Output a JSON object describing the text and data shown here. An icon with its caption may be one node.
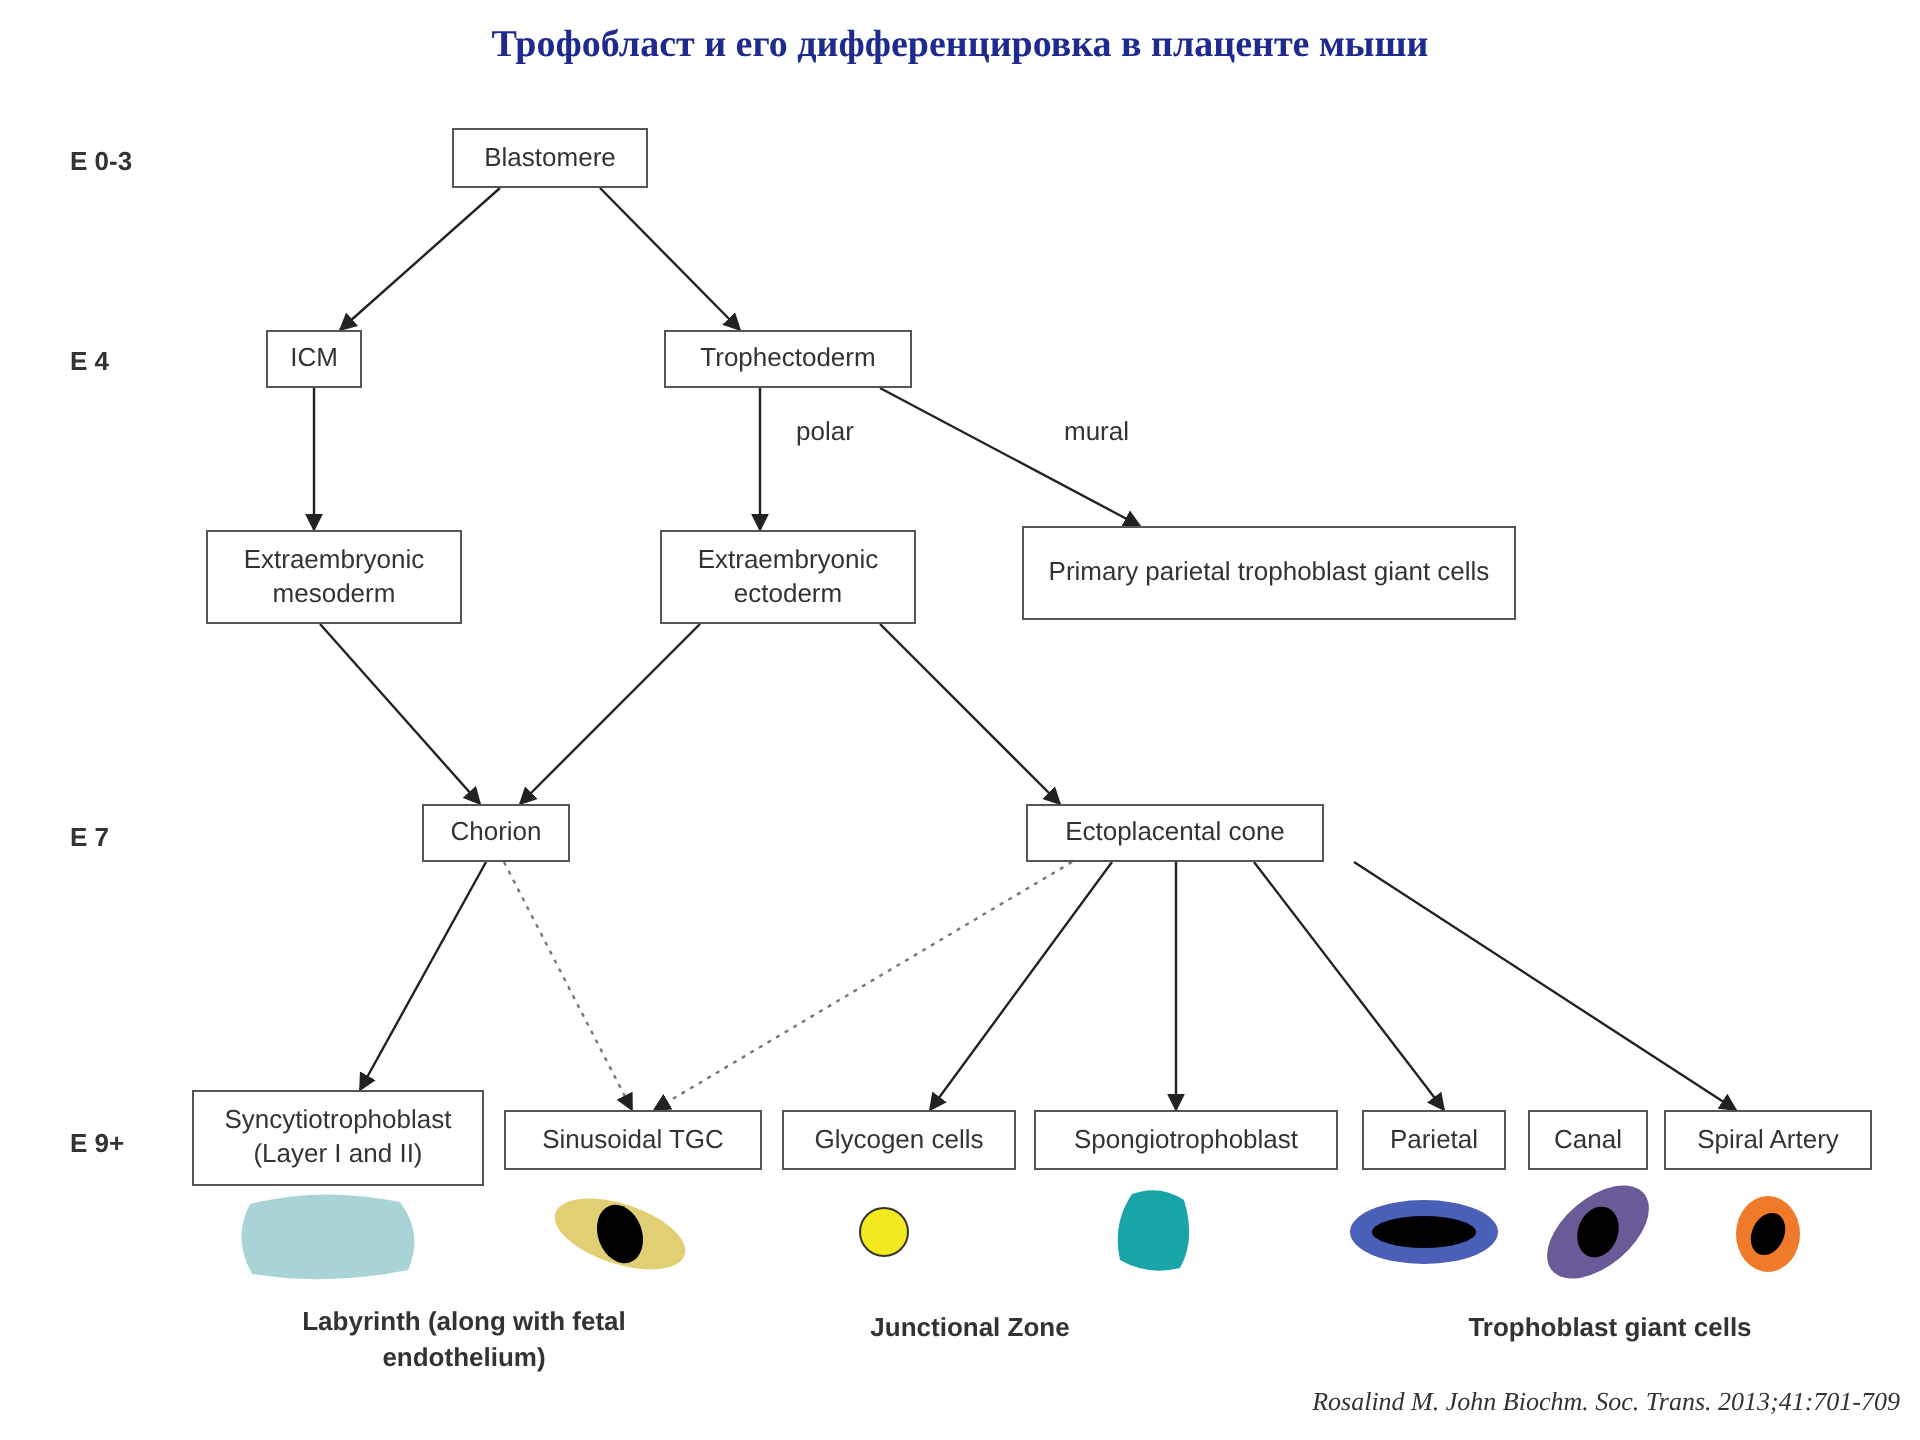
{
  "diagram": {
    "title": "Трофобласт и его дифференцировка в плаценте мыши",
    "caption": "Rosalind M. John Biochm. Soc. Trans. 2013;41:701-709",
    "nodes": [
      {
        "text": [
          "Blastomere"
        ]
      },
      {
        "text": [
          "ICM"
        ]
      },
      {
        "text": [
          "Trophectoderm"
        ]
      },
      {
        "text": [
          "Extraembryonic mesoderm"
        ]
      },
      {
        "text": [
          "Extraembryonic ectoderm"
        ]
      },
      {
        "text": [
          "Primary parietal trophoblast giant cells"
        ]
      },
      {
        "text": [
          "Chorion"
        ]
      },
      {
        "text": [
          "Ectoplacental cone"
        ]
      },
      {
        "text": [
          "Syncytiotrophoblast (Layer I and II)"
        ]
      },
      {
        "text": [
          "Sinusoidal TGC"
        ]
      },
      {
        "text": [
          "Glycogen cells"
        ]
      },
      {
        "text": [
          "Spongiotrophoblast"
        ]
      },
      {
        "text": [
          "Parietal"
        ]
      },
      {
        "text": [
          "Canal"
        ]
      },
      {
        "text": [
          "Spiral Artery"
        ]
      }
    ],
    "edges": [
      {
        "from": 0,
        "to": 1,
        "arrow": "to"
      },
      {
        "from": 0,
        "to": 2,
        "arrow": "to"
      },
      {
        "from": 1,
        "to": 3,
        "arrow": "to"
      },
      {
        "from": 2,
        "to": 4,
        "arrow": "to",
        "label": "polar"
      },
      {
        "from": 2,
        "to": 5,
        "arrow": "to",
        "label": "mural"
      },
      {
        "from": 3,
        "to": 6,
        "arrow": "to"
      },
      {
        "from": 4,
        "to": 6,
        "arrow": "to"
      },
      {
        "from": 4,
        "to": 7,
        "arrow": "to"
      },
      {
        "from": 6,
        "to": 8,
        "arrow": "to"
      },
      {
        "from": 6,
        "to": 9,
        "arrow": "to",
        "style": "dashed"
      },
      {
        "from": 7,
        "to": 9,
        "arrow": "to",
        "style": "dashed"
      },
      {
        "from": 7,
        "to": 10,
        "arrow": "to"
      },
      {
        "from": 7,
        "to": 11,
        "arrow": "to"
      },
      {
        "from": 7,
        "to": 12,
        "arrow": "to"
      },
      {
        "from": 7,
        "to": 14,
        "arrow": "to"
      }
    ],
    "labels": [
      "E 0-3",
      "E 4",
      "E 7",
      "E 9+",
      "Labyrinth (along with fetal endothelium)",
      "Junctional Zone",
      "Trophoblast giant cells"
    ]
  }
}
